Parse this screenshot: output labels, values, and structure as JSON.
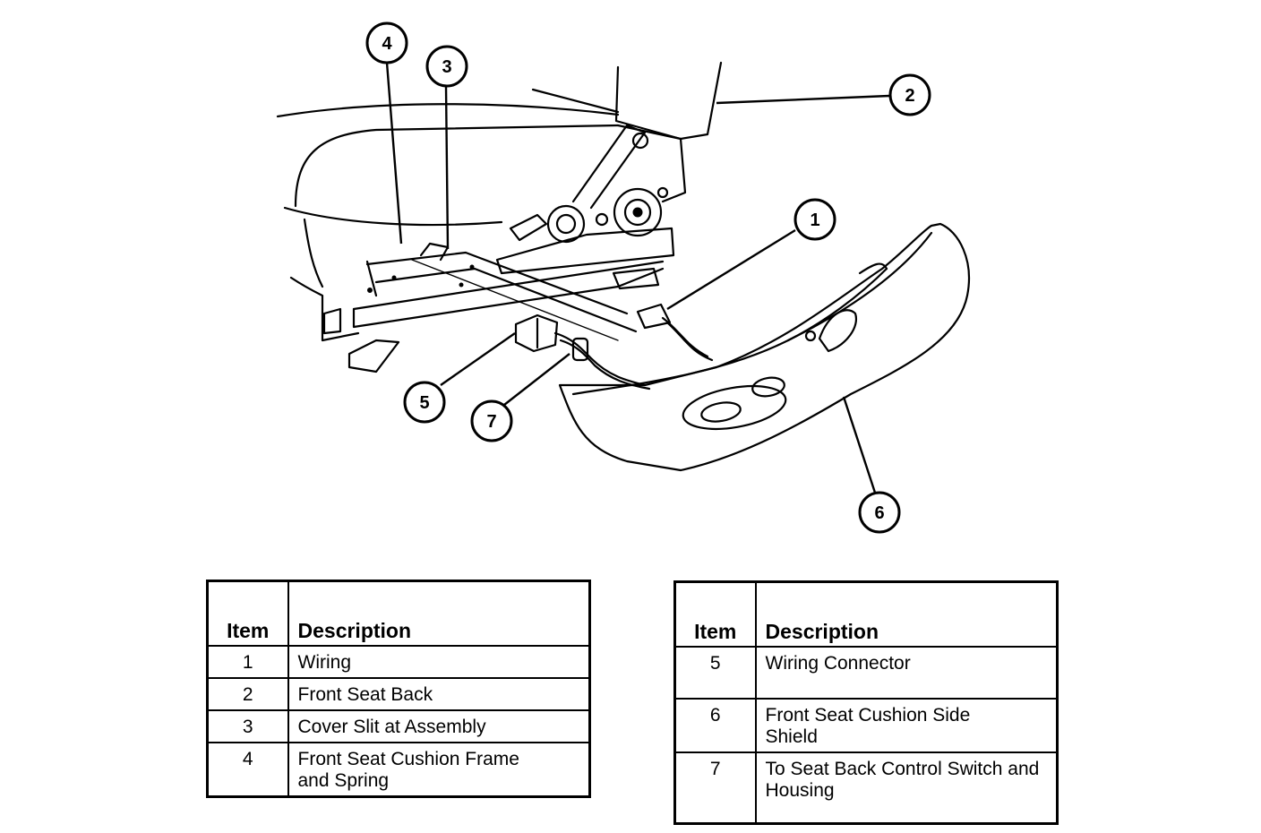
{
  "callouts": [
    {
      "id": "1",
      "label": "1"
    },
    {
      "id": "2",
      "label": "2"
    },
    {
      "id": "3",
      "label": "3"
    },
    {
      "id": "4",
      "label": "4"
    },
    {
      "id": "5",
      "label": "5"
    },
    {
      "id": "6",
      "label": "6"
    },
    {
      "id": "7",
      "label": "7"
    }
  ],
  "legend": {
    "headers": {
      "item": "Item",
      "description": "Description"
    },
    "left": [
      {
        "item": "1",
        "description": "Wiring"
      },
      {
        "item": "2",
        "description": "Front Seat Back"
      },
      {
        "item": "3",
        "description": "Cover Slit at Assembly"
      },
      {
        "item": "4",
        "description": "Front Seat Cushion Frame and Spring"
      }
    ],
    "right": [
      {
        "item": "5",
        "description": "Wiring Connector"
      },
      {
        "item": "6",
        "description": "Front Seat Cushion Side Shield"
      },
      {
        "item": "7",
        "description": "To Seat Back Control Switch and Housing"
      }
    ]
  }
}
